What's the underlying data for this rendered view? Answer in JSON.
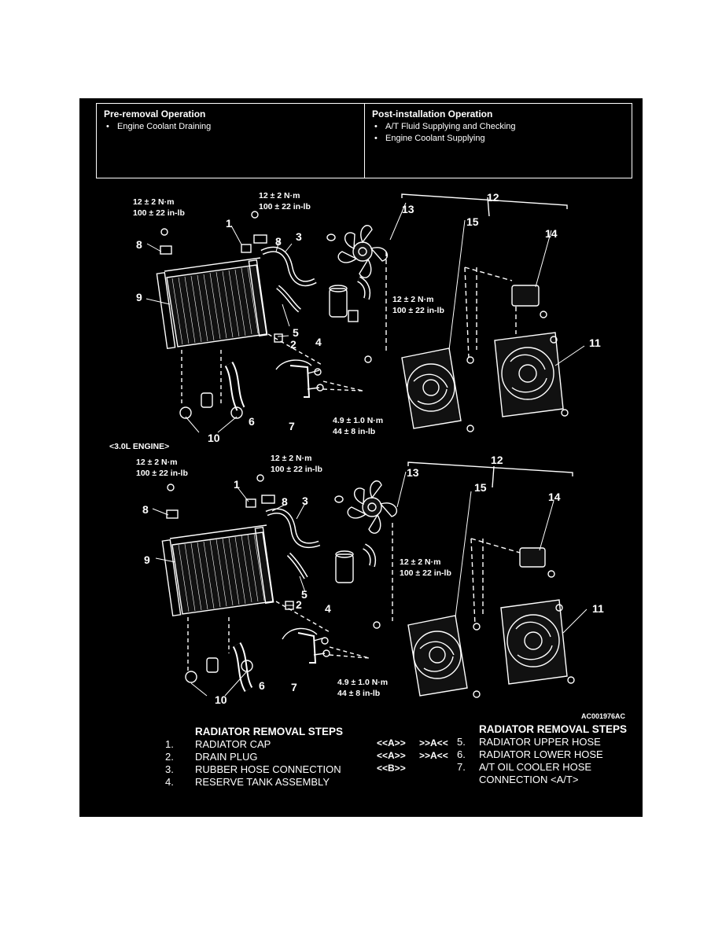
{
  "pre_removal": {
    "title": "Pre-removal Operation",
    "items": [
      "Engine Coolant Draining"
    ]
  },
  "post_installation": {
    "title": "Post-installation Operation",
    "items": [
      "A/T Fluid Supplying and Checking",
      "Engine Coolant Supplying"
    ]
  },
  "engine_note": "<3.0L ENGINE>",
  "figure_code": "AC001976AC",
  "torque": {
    "t12_nm": "12 ± 2 N·m",
    "t12_inlb": "100 ± 22 in-lb",
    "t49_nm": "4.9 ± 1.0 N·m",
    "t49_inlb": "44 ± 8 in-lb"
  },
  "callouts": [
    "1",
    "2",
    "3",
    "4",
    "5",
    "6",
    "7",
    "8",
    "9",
    "10",
    "11",
    "12",
    "13",
    "14",
    "15"
  ],
  "steps_left": {
    "title": "RADIATOR REMOVAL STEPS",
    "items": [
      {
        "num": "1.",
        "text": "RADIATOR CAP"
      },
      {
        "num": "2.",
        "text": "DRAIN PLUG"
      },
      {
        "num": "3.",
        "text": "RUBBER HOSE CONNECTION"
      },
      {
        "num": "4.",
        "text": "RESERVE TANK ASSEMBLY"
      }
    ]
  },
  "steps_mid": [
    {
      "a": "<<A>>",
      "b": ">>A<<"
    },
    {
      "a": "<<A>>",
      "b": ">>A<<"
    },
    {
      "a": "<<B>>",
      "b": ""
    }
  ],
  "steps_right": {
    "title": "RADIATOR REMOVAL STEPS",
    "items": [
      {
        "num": "5.",
        "text": "RADIATOR UPPER HOSE"
      },
      {
        "num": "6.",
        "text": "RADIATOR LOWER HOSE"
      },
      {
        "num": "7.",
        "text": "A/T OIL COOLER HOSE"
      },
      {
        "num": "",
        "text": "CONNECTION <A/T>"
      }
    ]
  }
}
